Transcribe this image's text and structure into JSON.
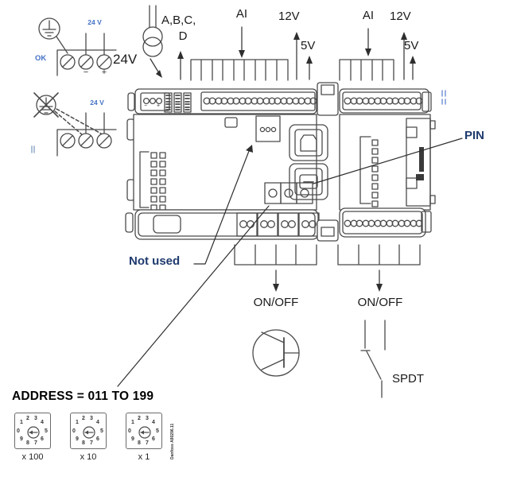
{
  "labels": {
    "v24_small": "24 V",
    "ok": "OK",
    "v24_big": "24V",
    "abc": "A,B,C,",
    "d": "D",
    "ai": "AI",
    "v12": "12V",
    "v5": "5V",
    "minus": "−",
    "plus": "+",
    "pin": "PIN",
    "not_used": "Not used",
    "onoff": "ON/OFF",
    "spdt": "SPDT"
  },
  "address": {
    "title": "ADDRESS = 011 TO 199",
    "digits": [
      "0",
      "1",
      "2",
      "3",
      "4",
      "5",
      "6",
      "7",
      "8",
      "9"
    ],
    "multipliers": [
      "x 100",
      "x 10",
      "x 1"
    ]
  },
  "footnote": {
    "brand": "Danfoss",
    "code": "A80296.11"
  },
  "colors": {
    "blue_label": "#4472c4",
    "navy_label": "#1f3a6e",
    "line": "#4a4a4a"
  }
}
